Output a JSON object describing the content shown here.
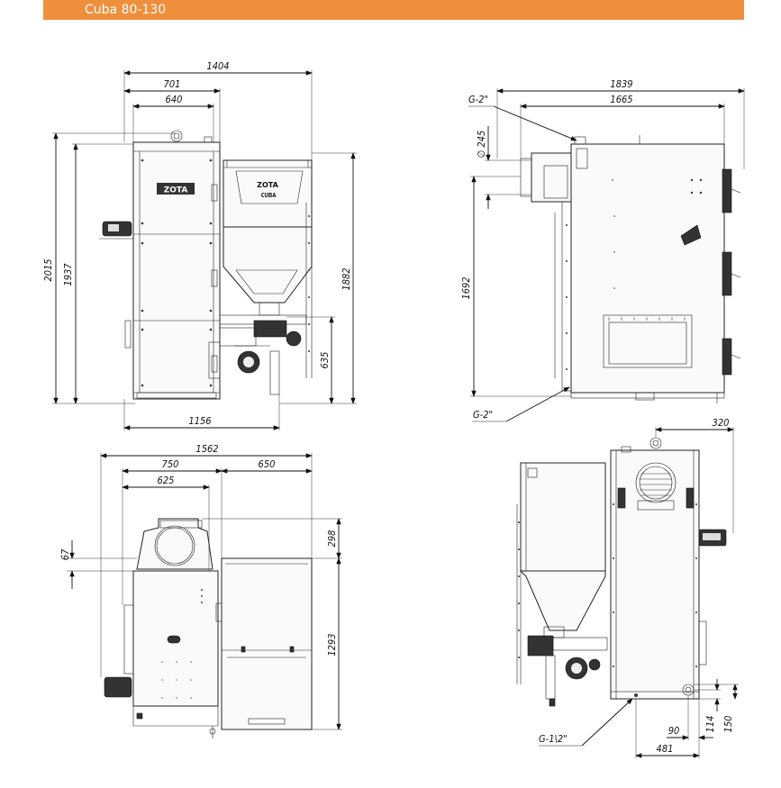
{
  "header": {
    "title": "Cuba 80-130",
    "color": "#ef8f3c"
  },
  "front_view": {
    "width_total": "1404",
    "width_boiler_outer": "701",
    "width_boiler_inner": "640",
    "height_total": "2015",
    "height_body": "1937",
    "height_hopper": "1882",
    "height_burner": "635",
    "width_bottom": "1156",
    "brand": "ZOTA",
    "model": "CUBA"
  },
  "side_view": {
    "width_total": "1839",
    "width_body": "1665",
    "flue_label": "G-2\"",
    "flue_diameter": "∅ 245",
    "height": "1692",
    "return_label": "G-2\""
  },
  "top_view": {
    "width_total": "1562",
    "width_boiler": "750",
    "width_hopper": "650",
    "width_inner": "625",
    "offset_67": "67",
    "depth_298": "298",
    "depth_1293": "1293"
  },
  "rear_view": {
    "offset_320": "320",
    "drain_label": "G-1\\2\"",
    "dim_90": "90",
    "dim_114": "114",
    "dim_150": "150",
    "dim_481": "481"
  }
}
